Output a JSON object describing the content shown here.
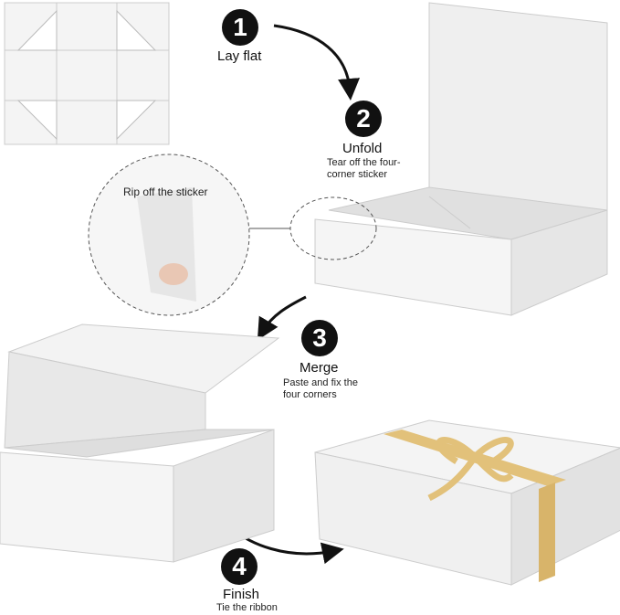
{
  "steps": [
    {
      "number": "1",
      "title": "Lay flat",
      "subtitle": ""
    },
    {
      "number": "2",
      "title": "Unfold",
      "subtitle": "Tear off the four-corner sticker"
    },
    {
      "number": "3",
      "title": "Merge",
      "subtitle": "Paste and fix the four corners"
    },
    {
      "number": "4",
      "title": "Finish",
      "subtitle": "Tie the ribbon"
    }
  ],
  "callout": {
    "label": "Rip off the sticker"
  },
  "colors": {
    "box": "#f2f2f2",
    "box_shade": "#dcdcdc",
    "ribbon": "#e2c17a",
    "badge": "#111111"
  }
}
